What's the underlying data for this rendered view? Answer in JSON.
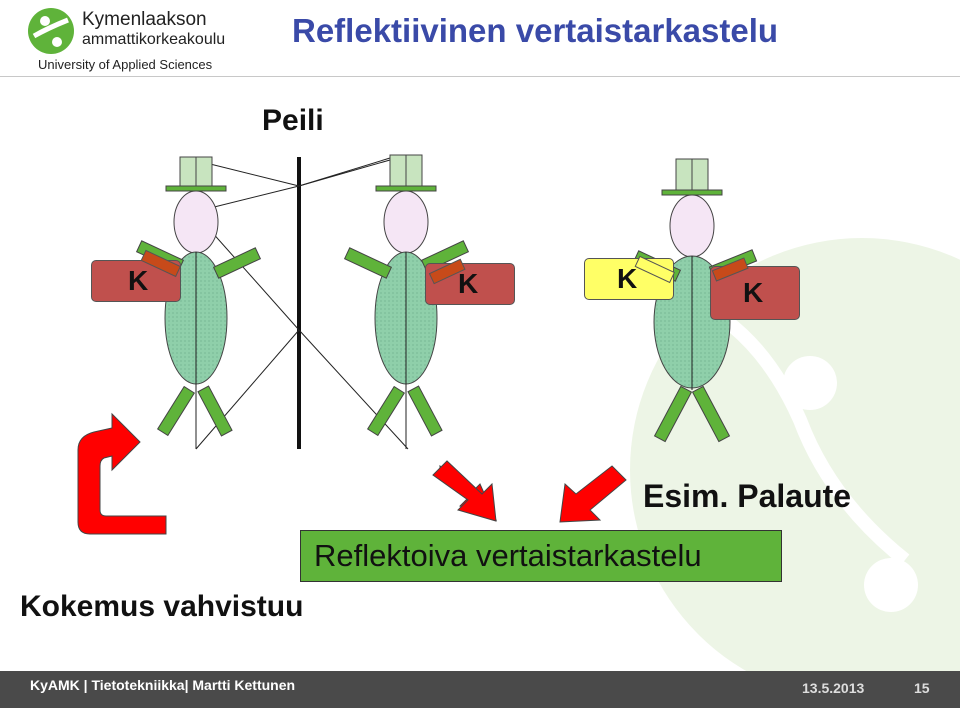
{
  "header": {
    "logo_name": "Kymenlaakson",
    "logo_sub": "ammattikorkeakoulu",
    "logo_tagline": "University of Applied Sciences",
    "title": "Reflektiivinen vertaistarkastelu"
  },
  "diagram": {
    "mirror_label": "Peili",
    "box_letter": "K",
    "example_note": "Esim. Palaute",
    "center_label": "Reflektoiva vertaistarkastelu",
    "left_caption": "Kokemus vahvistuu"
  },
  "colors": {
    "title": "#3a4aa8",
    "brand_green": "#5fb33a",
    "box_red": "#c0504d",
    "box_yellow": "#ffff66",
    "arrow_red": "#ff0000",
    "footer_bg": "#4a4a4a"
  },
  "footer": {
    "text": "KyAMK | Tietotekniikka| Martti Kettunen",
    "date": "13.5.2013",
    "page": "15"
  }
}
